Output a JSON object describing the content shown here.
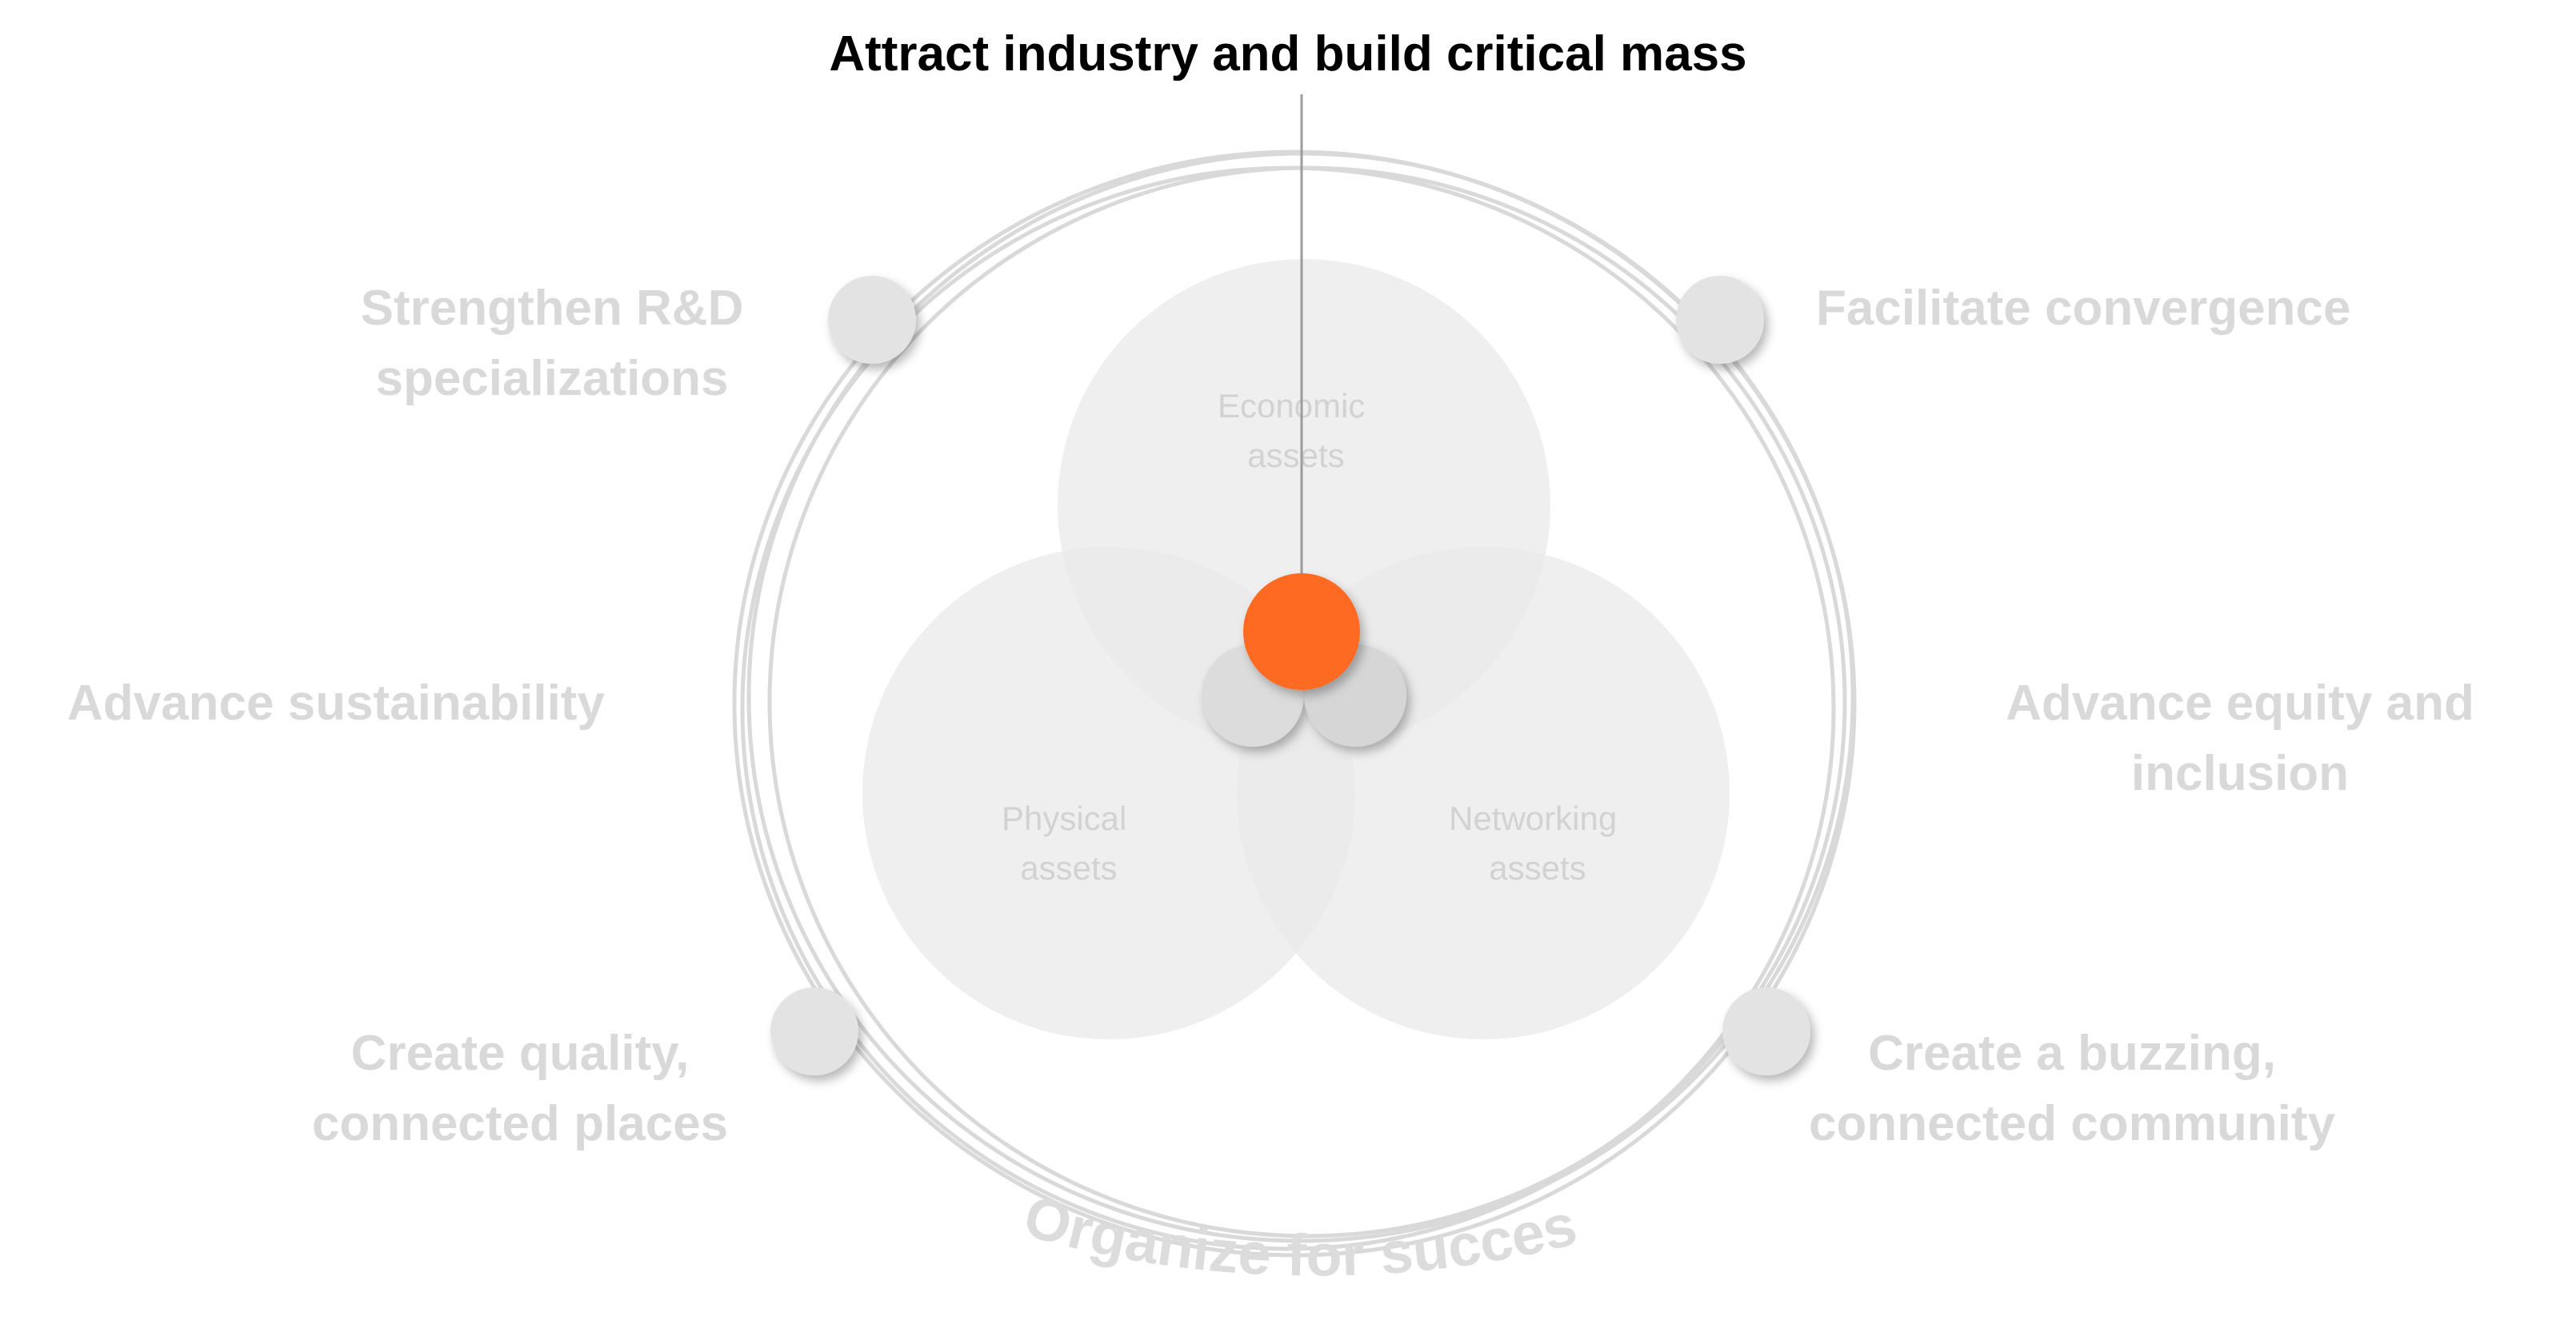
{
  "title": "Attract industry and build critical mass",
  "outer_labels": {
    "top_left": [
      "Strengthen R&D",
      "specializations"
    ],
    "top_right": [
      "Facilitate convergence"
    ],
    "mid_left": [
      "Advance sustainability"
    ],
    "mid_right": [
      "Advance equity and",
      "inclusion"
    ],
    "bottom_left": [
      "Create quality,",
      "connected places"
    ],
    "bottom_right": [
      "Create a buzzing,",
      "connected community"
    ]
  },
  "venn": {
    "economic": [
      "Economic",
      "assets"
    ],
    "physical": [
      "Physical",
      "assets"
    ],
    "networking": [
      "Networking",
      "assets"
    ]
  },
  "arc_text": "Organize for success",
  "colors": {
    "highlight": "#ff6a21",
    "title": "#000000",
    "muted_label": "#d9d9d9",
    "venn_fill": "#eeeeee",
    "ring_stroke": "#d9d9d9",
    "node_fill": "#e3e3e3"
  }
}
